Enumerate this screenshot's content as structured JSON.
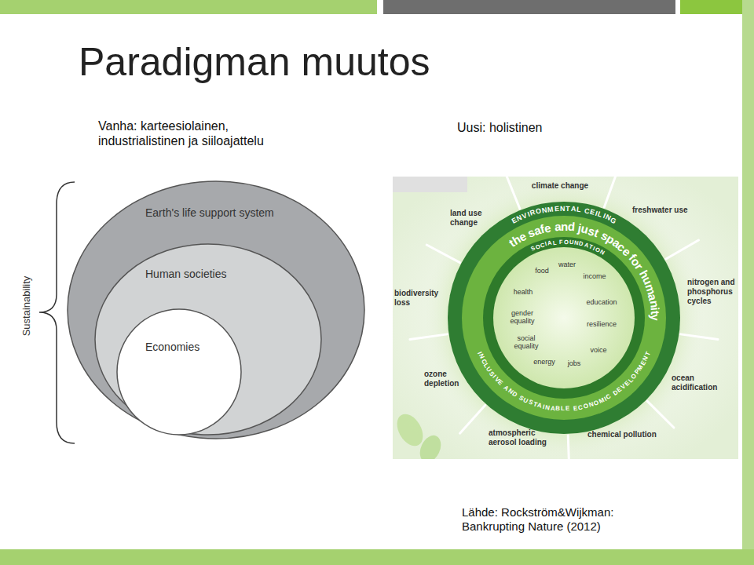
{
  "diagram": {
    "title": "Paradigman muutos",
    "caption": "Lähde: Rockström&Wijkman: Bankrupting Nature (2012)",
    "nodes": [
      {
        "text": [
          "Earth's life support system"
        ]
      },
      {
        "text": [
          "Human societies"
        ],
        "in": 0
      },
      {
        "text": [
          "Economies"
        ],
        "in": 1
      }
    ],
    "labels": [
      "Vanha: karteesiolainen, industrialistinen ja siiloajattelu",
      "Uusi: holistinen",
      "Sustainability",
      "climate change",
      "land use change",
      "freshwater use",
      "ENVIRONMENTAL CEILING",
      "the safe and just space for humanity",
      "SOCIAL FOUNDATION",
      "food",
      "water",
      "income",
      "health",
      "education",
      "biodiversity loss",
      "nitrogen and phosphorus cycles",
      "gender equality",
      "resilience",
      "social equality",
      "voice",
      "INCLUSIVE AND SUSTAINABLE ECONOMIC DEVELOPMENT",
      "energy",
      "jobs",
      "ozone depletion",
      "ocean acidification",
      "atmospheric aerosol loading",
      "chemical pollution"
    ]
  }
}
